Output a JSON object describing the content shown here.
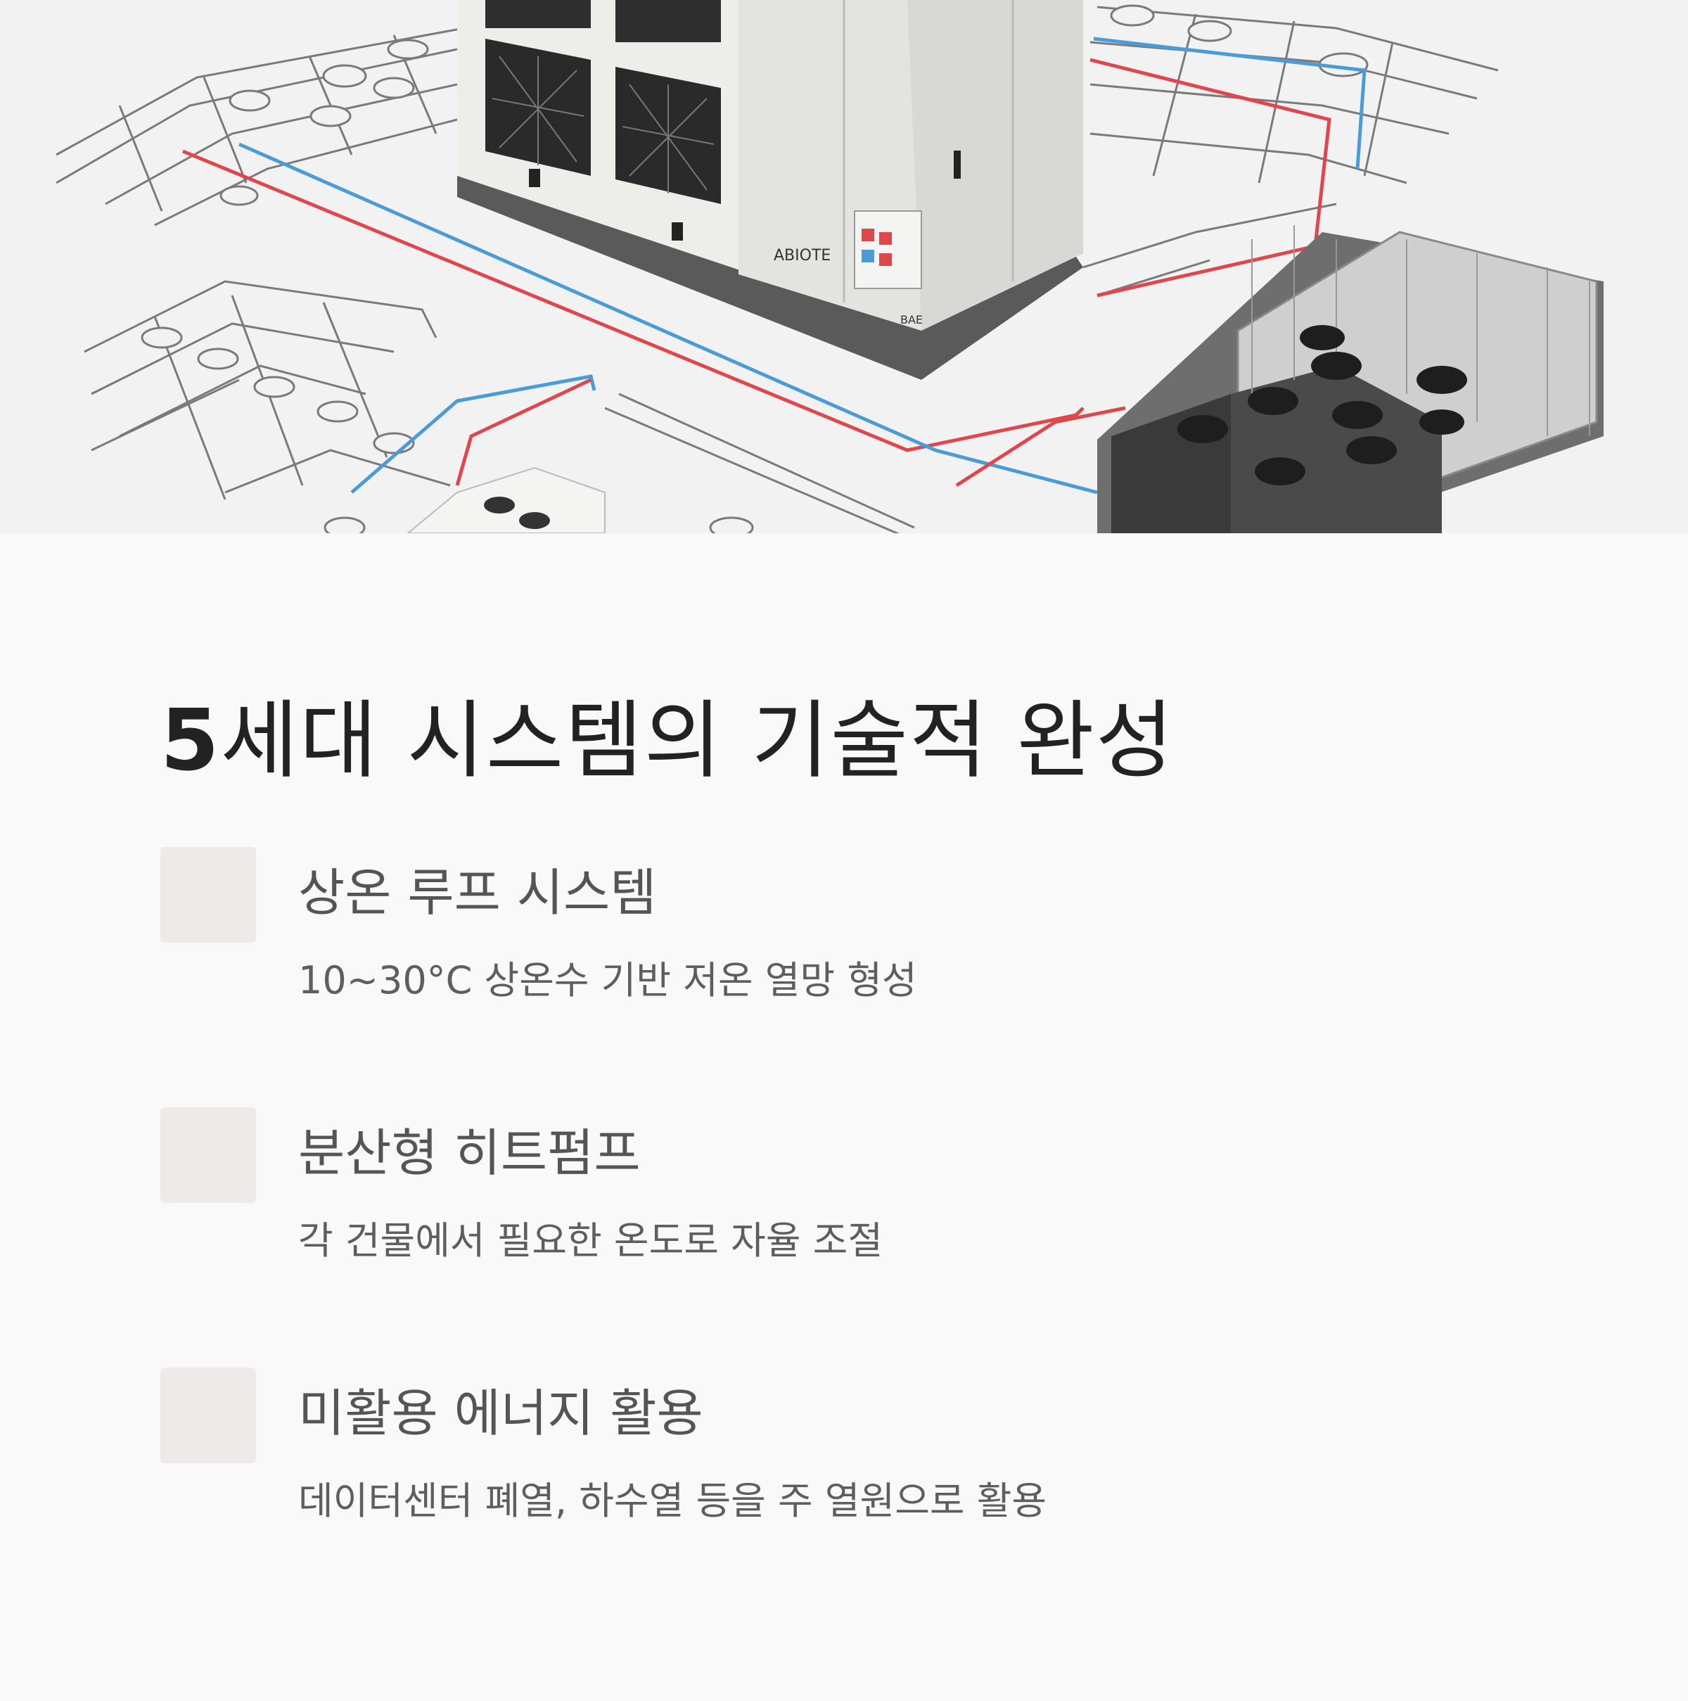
{
  "hero": {
    "image_name": "heat-pump-network-illustration",
    "unit_label": "ABIOTE",
    "panel_label": "BAE"
  },
  "title": {
    "number": "5",
    "text": "세대 시스템의 기술적 완성"
  },
  "features": [
    {
      "title": "상온 루프 시스템",
      "description": "10~30°C 상온수 기반 저온 열망 형성"
    },
    {
      "title": "분산형 히트펌프",
      "description": "각 건물에서 필요한 온도로 자율 조절"
    },
    {
      "title": "미활용 에너지 활용",
      "description": "데이터센터 폐열, 하수열 등을 주 열원으로 활용"
    }
  ],
  "colors": {
    "background": "#f9f9f9",
    "feature_box": "#efeaea",
    "hot_pipe": "#e0474c",
    "cold_pipe": "#4a9bd8",
    "title_text": "#222222"
  }
}
